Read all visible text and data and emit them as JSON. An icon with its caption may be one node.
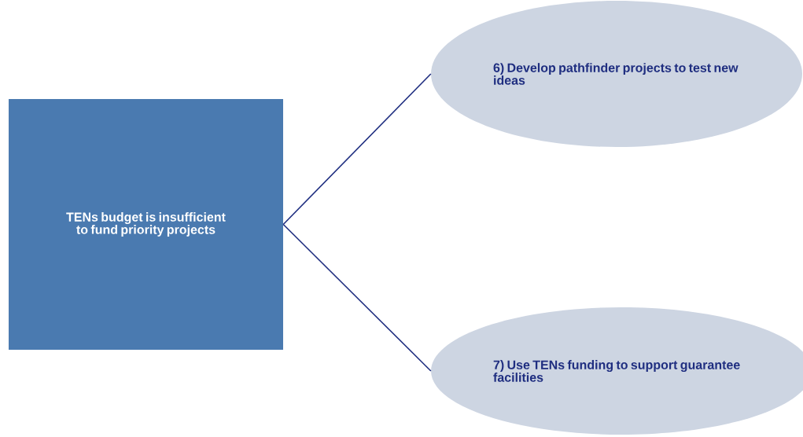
{
  "diagram": {
    "nodes": [
      {
        "text": [
          "TENs budget is insufficient to fund priority projects"
        ]
      },
      {
        "text": [
          "6) Develop pathfinder projects to test new ideas"
        ]
      },
      {
        "text": [
          "7) Use TENs funding to support guarantee facilities"
        ]
      }
    ],
    "edges": [
      {
        "from": 0,
        "to": 1,
        "arrow": "none"
      },
      {
        "from": 0,
        "to": 2,
        "arrow": "none"
      }
    ]
  }
}
